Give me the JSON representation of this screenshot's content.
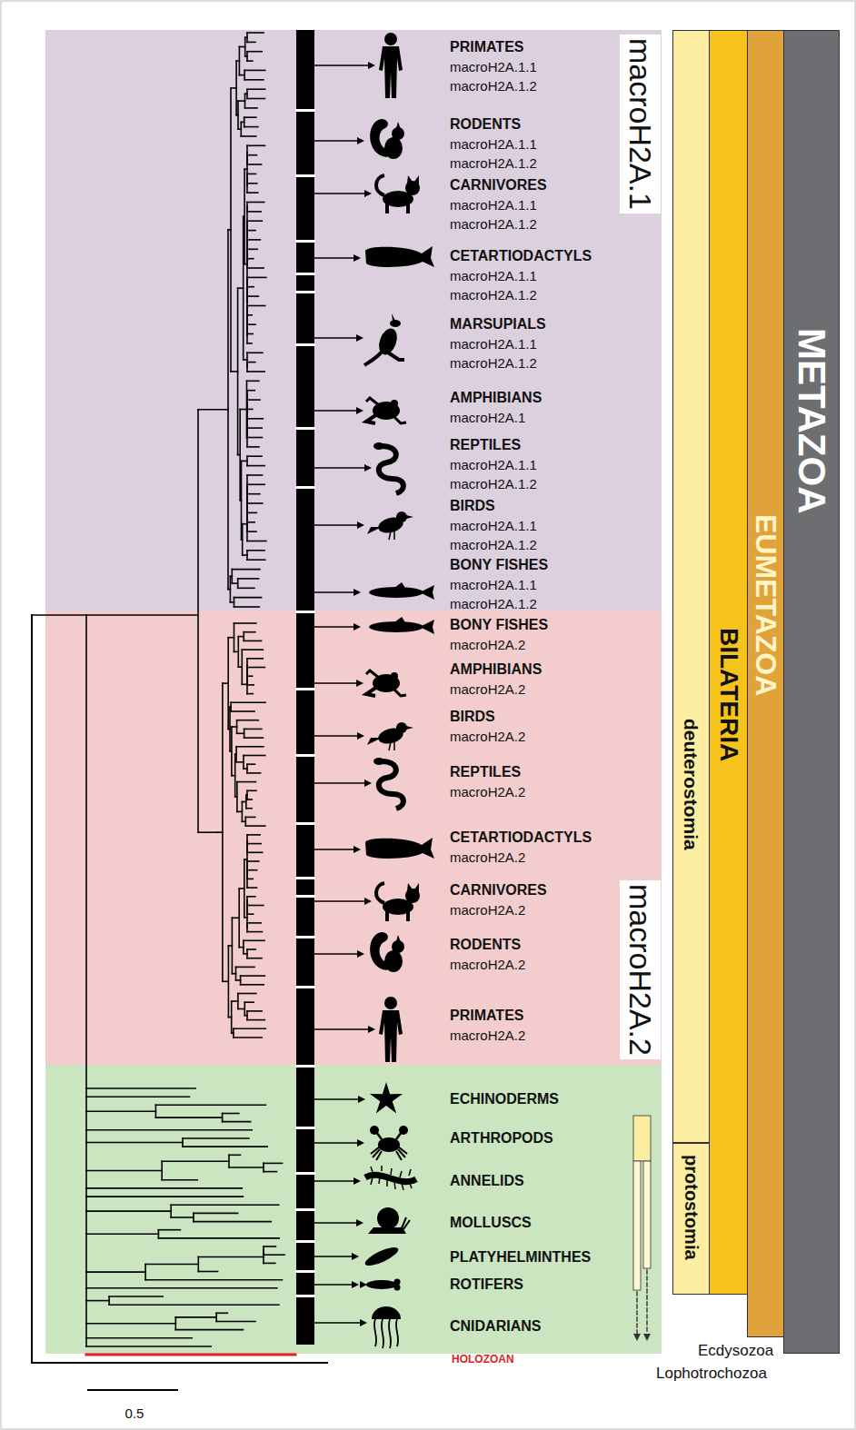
{
  "diagram": {
    "nodes": [
      {
        "text": [
          "macroH2A.1"
        ]
      },
      {
        "text": [
          "macroH2A.2"
        ]
      },
      {
        "text": [
          "METAZOA"
        ]
      },
      {
        "text": [
          "EUMETAZOA"
        ]
      },
      {
        "text": [
          "BILATERIA"
        ]
      },
      {
        "text": [
          "deuterostomia"
        ]
      },
      {
        "text": [
          "protostomia"
        ]
      }
    ],
    "labels": [
      "PRIMATES",
      "macroH2A.1.1",
      "macroH2A.1.2",
      "RODENTS",
      "macroH2A.1.1",
      "macroH2A.1.2",
      "CARNIVORES",
      "macroH2A.1.1",
      "macroH2A.1.2",
      "CETARTIODACTYLS",
      "macroH2A.1.1",
      "macroH2A.1.2",
      "MARSUPIALS",
      "macroH2A.1.1",
      "macroH2A.1.2",
      "AMPHIBIANS",
      "macroH2A.1",
      "REPTILES",
      "macroH2A.1.1",
      "macroH2A.1.2",
      "BIRDS",
      "macroH2A.1.1",
      "macroH2A.1.2",
      "BONY FISHES",
      "macroH2A.1.1",
      "macroH2A.1.2",
      "BONY FISHES",
      "macroH2A.2",
      "AMPHIBIANS",
      "macroH2A.2",
      "BIRDS",
      "macroH2A.2",
      "REPTILES",
      "macroH2A.2",
      "CETARTIODACTYLS",
      "macroH2A.2",
      "CARNIVORES",
      "macroH2A.2",
      "RODENTS",
      "macroH2A.2",
      "PRIMATES",
      "macroH2A.2",
      "ECHINODERMS",
      "ARTHROPODS",
      "ANNELIDS",
      "MOLLUSCS",
      "PLATYHELMINTHES",
      "ROTIFERS",
      "CNIDARIANS",
      "HOLOZOAN",
      "Ecdysozoa",
      "Lophotrochozoa",
      "0.5"
    ]
  }
}
